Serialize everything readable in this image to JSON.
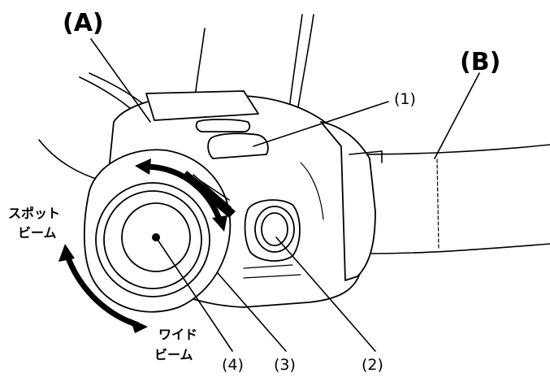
{
  "labels": {
    "A": "(A)",
    "B": "(B)",
    "c1": "(1)",
    "c2": "(2)",
    "c3": "(3)",
    "c4": "(4)",
    "spot_line1": "スポット",
    "spot_line2": "ビーム",
    "wide_line1": "ワイド",
    "wide_line2": "ビーム"
  }
}
